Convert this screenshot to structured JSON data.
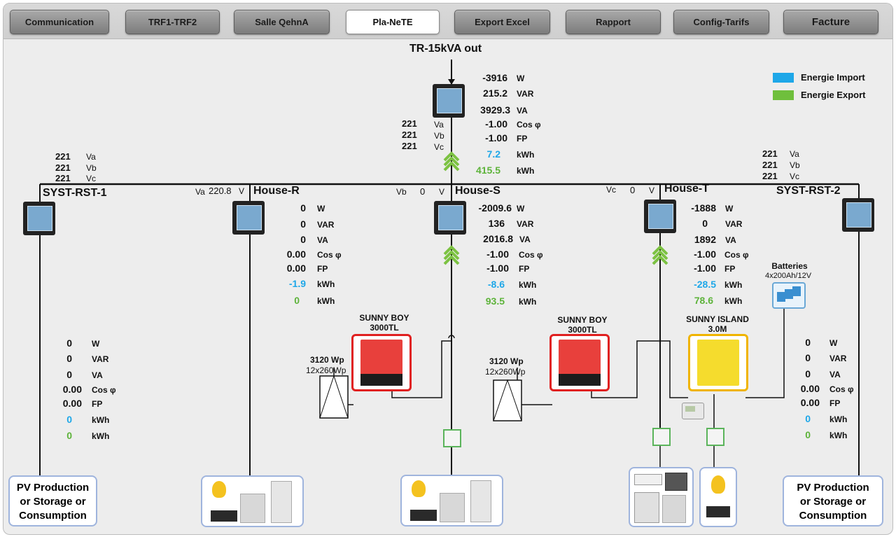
{
  "tabs": [
    {
      "label": "Communication",
      "active": false
    },
    {
      "label": "TRF1-TRF2",
      "active": false
    },
    {
      "label": "Salle QehnA",
      "active": false
    },
    {
      "label": "Pla-NeTE",
      "active": true
    },
    {
      "label": "Export Excel",
      "active": false
    },
    {
      "label": "Rapport",
      "active": false
    },
    {
      "label": "Config-Tarifs",
      "active": false
    },
    {
      "label": "Facture",
      "active": false
    }
  ],
  "legend": {
    "import_label": "Energie Import",
    "export_label": "Energie Export",
    "import_color": "#1ea7e8",
    "export_color": "#6fbf3c"
  },
  "transformer": {
    "title": "TR-15kVA out",
    "w": "-3916",
    "var": "215.2",
    "va": "3929.3",
    "cos": "-1.00",
    "fp": "-1.00",
    "kwh_import": "7.2",
    "kwh_export": "415.5",
    "va_v": "221",
    "vb_v": "221",
    "vc_v": "221"
  },
  "units": {
    "w": "W",
    "var": "VAR",
    "va": "VA",
    "cos": "Cos φ",
    "fp": "FP",
    "kwh": "kWh",
    "va_ph": "Va",
    "vb_ph": "Vb",
    "vc_ph": "Vc",
    "v": "V"
  },
  "syst1": {
    "title": "SYST-RST-1",
    "va_v": "221",
    "vb_v": "221",
    "vc_v": "221",
    "w": "0",
    "var": "0",
    "va": "0",
    "cos": "0.00",
    "fp": "0.00",
    "kwh_import": "0",
    "kwh_export": "0"
  },
  "syst2": {
    "title": "SYST-RST-2",
    "va_v": "221",
    "vb_v": "221",
    "vc_v": "221",
    "w": "0",
    "var": "0",
    "va": "0",
    "cos": "0.00",
    "fp": "0.00",
    "kwh_import": "0",
    "kwh_export": "0"
  },
  "phase_readings": {
    "va_value": "220.8",
    "vb_value": "0",
    "vc_value": "0"
  },
  "house_r": {
    "title": "House-R",
    "w": "0",
    "var": "0",
    "va": "0",
    "cos": "0.00",
    "fp": "0.00",
    "kwh_import": "-1.9",
    "kwh_export": "0"
  },
  "house_s": {
    "title": "House-S",
    "w": "-2009.6",
    "var": "136",
    "va": "2016.8",
    "cos": "-1.00",
    "fp": "-1.00",
    "kwh_import": "-8.6",
    "kwh_export": "93.5"
  },
  "house_t": {
    "title": "House-T",
    "w": "-1888",
    "var": "0",
    "va": "1892",
    "cos": "-1.00",
    "fp": "-1.00",
    "kwh_import": "-28.5",
    "kwh_export": "78.6"
  },
  "inverter1": {
    "name": "SUNNY BOY",
    "model": "3000TL",
    "pv_power": "3120 Wp",
    "pv_config": "12x260Wp"
  },
  "inverter2": {
    "name": "SUNNY BOY",
    "model": "3000TL",
    "pv_power": "3120 Wp",
    "pv_config": "12x260Wp"
  },
  "island": {
    "name": "SUNNY ISLAND",
    "model": "3.0M"
  },
  "batteries": {
    "name": "Batteries",
    "config": "4x200Ah/12V"
  },
  "pv_box_left": {
    "line1": "PV Production",
    "line2": "or Storage or",
    "line3": "Consumption"
  },
  "pv_box_right": {
    "line1": "PV Production",
    "line2": "or Storage or",
    "line3": "Consumption"
  }
}
